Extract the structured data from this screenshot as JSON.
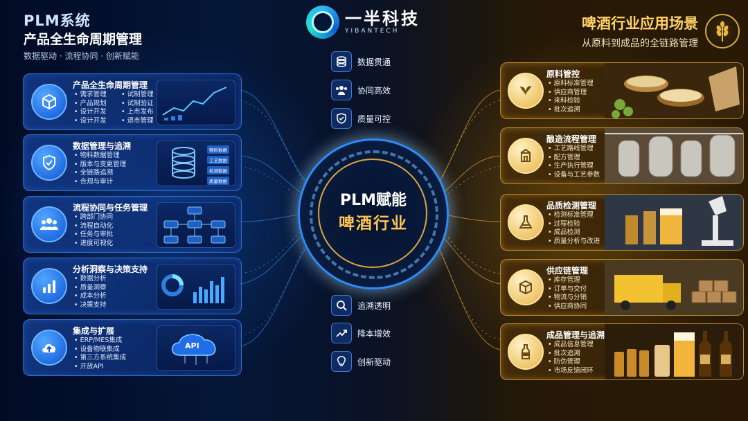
{
  "header_left": {
    "title": "PLM系统",
    "subtitle": "产品全生命周期管理",
    "tags": "数据驱动 · 流程协同 · 创新赋能"
  },
  "logo": {
    "cn": "一半科技",
    "en": "YIBANTECH"
  },
  "header_right": {
    "title": "啤酒行业应用场景",
    "subtitle": "从原料到成品的全链路管理"
  },
  "left_cards": [
    {
      "title": "产品全生命周期管理",
      "icon": "cube-icon",
      "items": [
        "需求管理",
        "试制管理",
        "产品规划",
        "试制验证",
        "设计开发",
        "上市发布",
        "设计开发",
        "退市管理"
      ]
    },
    {
      "title": "数据管理与追溯",
      "icon": "shield-check-icon",
      "items": [
        "物料数据管理",
        "版本与变更管理",
        "全链路追溯",
        "合规与审计"
      ],
      "visual_tags": [
        "物料数据",
        "工艺数据",
        "检测数据",
        "质量数据"
      ]
    },
    {
      "title": "流程协同与任务管理",
      "icon": "team-icon",
      "items": [
        "跨部门协同",
        "流程自动化",
        "任务与审批",
        "进度可视化"
      ]
    },
    {
      "title": "分析洞察与决策支持",
      "icon": "bar-chart-icon",
      "items": [
        "数据分析",
        "质量洞察",
        "成本分析",
        "决策支持"
      ]
    },
    {
      "title": "集成与扩展",
      "icon": "cloud-icon",
      "items": [
        "ERP/MES集成",
        "设备物联集成",
        "第三方系统集成",
        "开放API"
      ],
      "visual_label": "API"
    }
  ],
  "center": {
    "line1": "PLM赋能",
    "line2": "啤酒行业",
    "top_features": [
      {
        "label": "数据贯通",
        "icon": "database-icon"
      },
      {
        "label": "协同高效",
        "icon": "people-icon"
      },
      {
        "label": "质量可控",
        "icon": "shield-icon"
      }
    ],
    "bottom_features": [
      {
        "label": "追溯透明",
        "icon": "magnifier-icon"
      },
      {
        "label": "降本增效",
        "icon": "trend-up-icon"
      },
      {
        "label": "创新驱动",
        "icon": "lightbulb-icon"
      }
    ]
  },
  "right_cards": [
    {
      "title": "原料管控",
      "icon": "leaf-icon",
      "image": "grains-and-hops-photo",
      "items": [
        "原料标准管理",
        "供应商管理",
        "来料检验",
        "批次追溯"
      ]
    },
    {
      "title": "酿造流程管理",
      "icon": "brewery-icon",
      "image": "brewing-tanks-photo",
      "items": [
        "工艺路线管理",
        "配方管理",
        "生产执行管理",
        "设备与工艺参数"
      ]
    },
    {
      "title": "品质检测管理",
      "icon": "flask-icon",
      "image": "beer-lab-photo",
      "items": [
        "检测标准管理",
        "过程检验",
        "成品检测",
        "质量分析与改进"
      ]
    },
    {
      "title": "供应链管理",
      "icon": "box-icon",
      "image": "truck-warehouse-photo",
      "items": [
        "库存管理",
        "订单与交付",
        "物流与分销",
        "供应商协同"
      ]
    },
    {
      "title": "成品管理与追溯",
      "icon": "bottle-icon",
      "image": "beer-bottles-photo",
      "items": [
        "成品信息管理",
        "批次追溯",
        "防伪管理",
        "市场反馈闭环"
      ]
    }
  ],
  "colors": {
    "blue_accent": "#2a8dff",
    "gold_accent": "#ffc552"
  }
}
